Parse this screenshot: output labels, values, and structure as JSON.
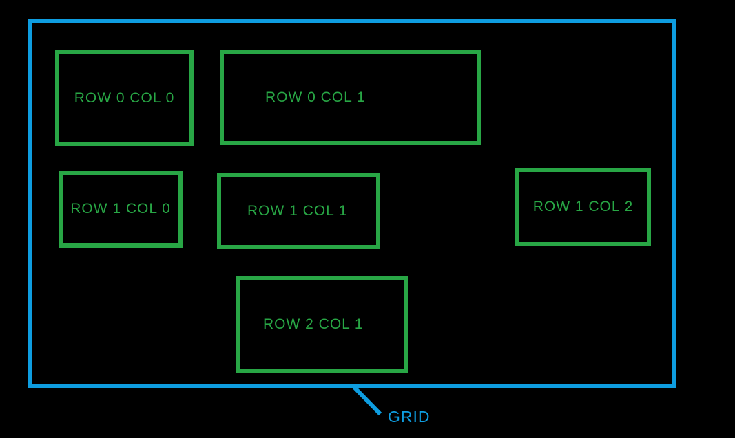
{
  "colors": {
    "background": "#000000",
    "grid_blue": "#0e9de0",
    "cell_green": "#28a645"
  },
  "diagram": {
    "grid": {
      "label": "GRID"
    },
    "cells": [
      {
        "id": "row0-col0",
        "label": "ROW 0 COL 0"
      },
      {
        "id": "row0-col1",
        "label": "ROW 0 COL 1"
      },
      {
        "id": "row1-col0",
        "label": "ROW 1 COL 0"
      },
      {
        "id": "row1-col1",
        "label": "ROW 1 COL 1"
      },
      {
        "id": "row1-col2",
        "label": "ROW 1 COL 2"
      },
      {
        "id": "row2-col1",
        "label": "ROW 2 COL 1"
      }
    ]
  }
}
